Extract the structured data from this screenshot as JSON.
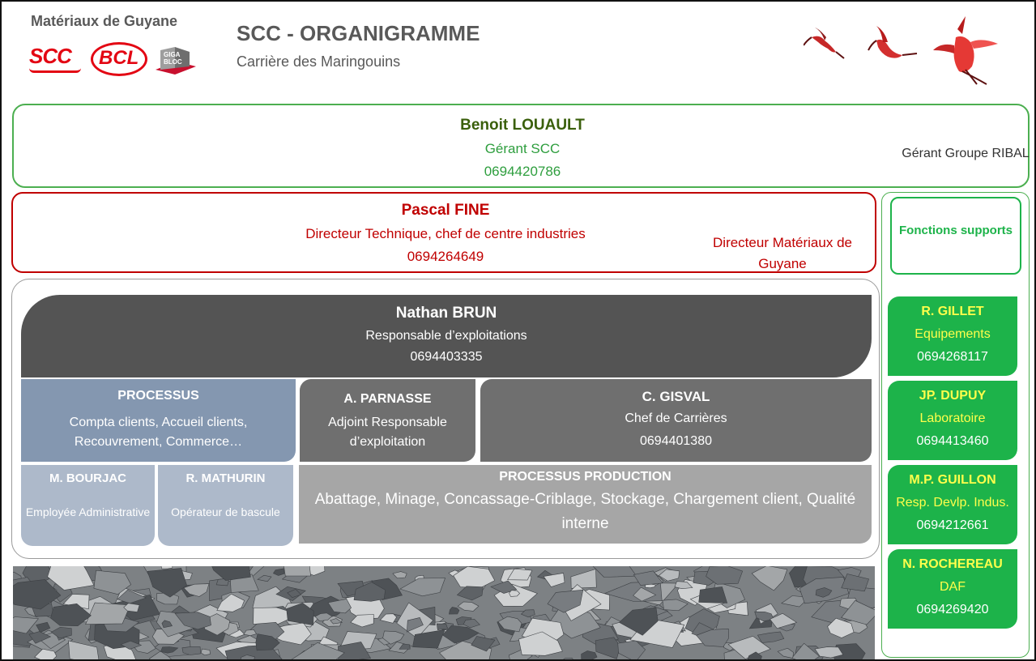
{
  "header": {
    "brand": "Matériaux de Guyane",
    "logos": {
      "scc": "SCC",
      "bcl": "BCL",
      "giga_top": "GIGA",
      "giga_bottom": "BLOC"
    },
    "title": "SCC - ORGANIGRAMME",
    "subtitle": "Carrière des Maringouins"
  },
  "gerant": {
    "name": "Benoit LOUAULT",
    "role": "Gérant SCC",
    "phone": "0694420786",
    "extra": "Gérant Groupe RIBAL"
  },
  "directeur": {
    "name": "Pascal FINE",
    "role": "Directeur Technique, chef de centre industries",
    "phone": "0694264649",
    "extra": "Directeur Matériaux de Guyane"
  },
  "responsable": {
    "name": "Nathan BRUN",
    "role": "Responsable d’exploitations",
    "phone": "0694403335"
  },
  "processus": {
    "title": "PROCESSUS",
    "desc": "Compta clients, Accueil clients, Recouvrement, Commerce…"
  },
  "adjoint": {
    "name": "A. PARNASSE",
    "role": "Adjoint Responsable d’exploitation"
  },
  "chef_carrieres": {
    "name": "C. GISVAL",
    "role": "Chef de Carrières",
    "phone": "0694401380"
  },
  "employee": {
    "name": "M. BOURJAC",
    "role": "Employée Administrative"
  },
  "operateur": {
    "name": "R. MATHURIN",
    "role": "Opérateur de bascule"
  },
  "production": {
    "title": "PROCESSUS PRODUCTION",
    "desc": "Abattage, Minage, Concassage-Criblage, Stockage, Chargement client, Qualité interne"
  },
  "supports": {
    "title": "Fonctions supports",
    "items": [
      {
        "name": "R. GILLET",
        "role": "Equipements",
        "phone": "0694268117"
      },
      {
        "name": "JP. DUPUY",
        "role": "Laboratoire",
        "phone": "0694413460"
      },
      {
        "name": "M.P. GUILLON",
        "role": "Resp. Devlp. Indus.",
        "phone": "0694212661"
      },
      {
        "name": "N. ROCHEREAU",
        "role": "DAF",
        "phone": "0694269420"
      }
    ]
  },
  "colors": {
    "green": "#1db34a",
    "red": "#c00000",
    "dark": "#545454",
    "blue_grey": "#8497b0",
    "yellow": "#fffe4b"
  }
}
